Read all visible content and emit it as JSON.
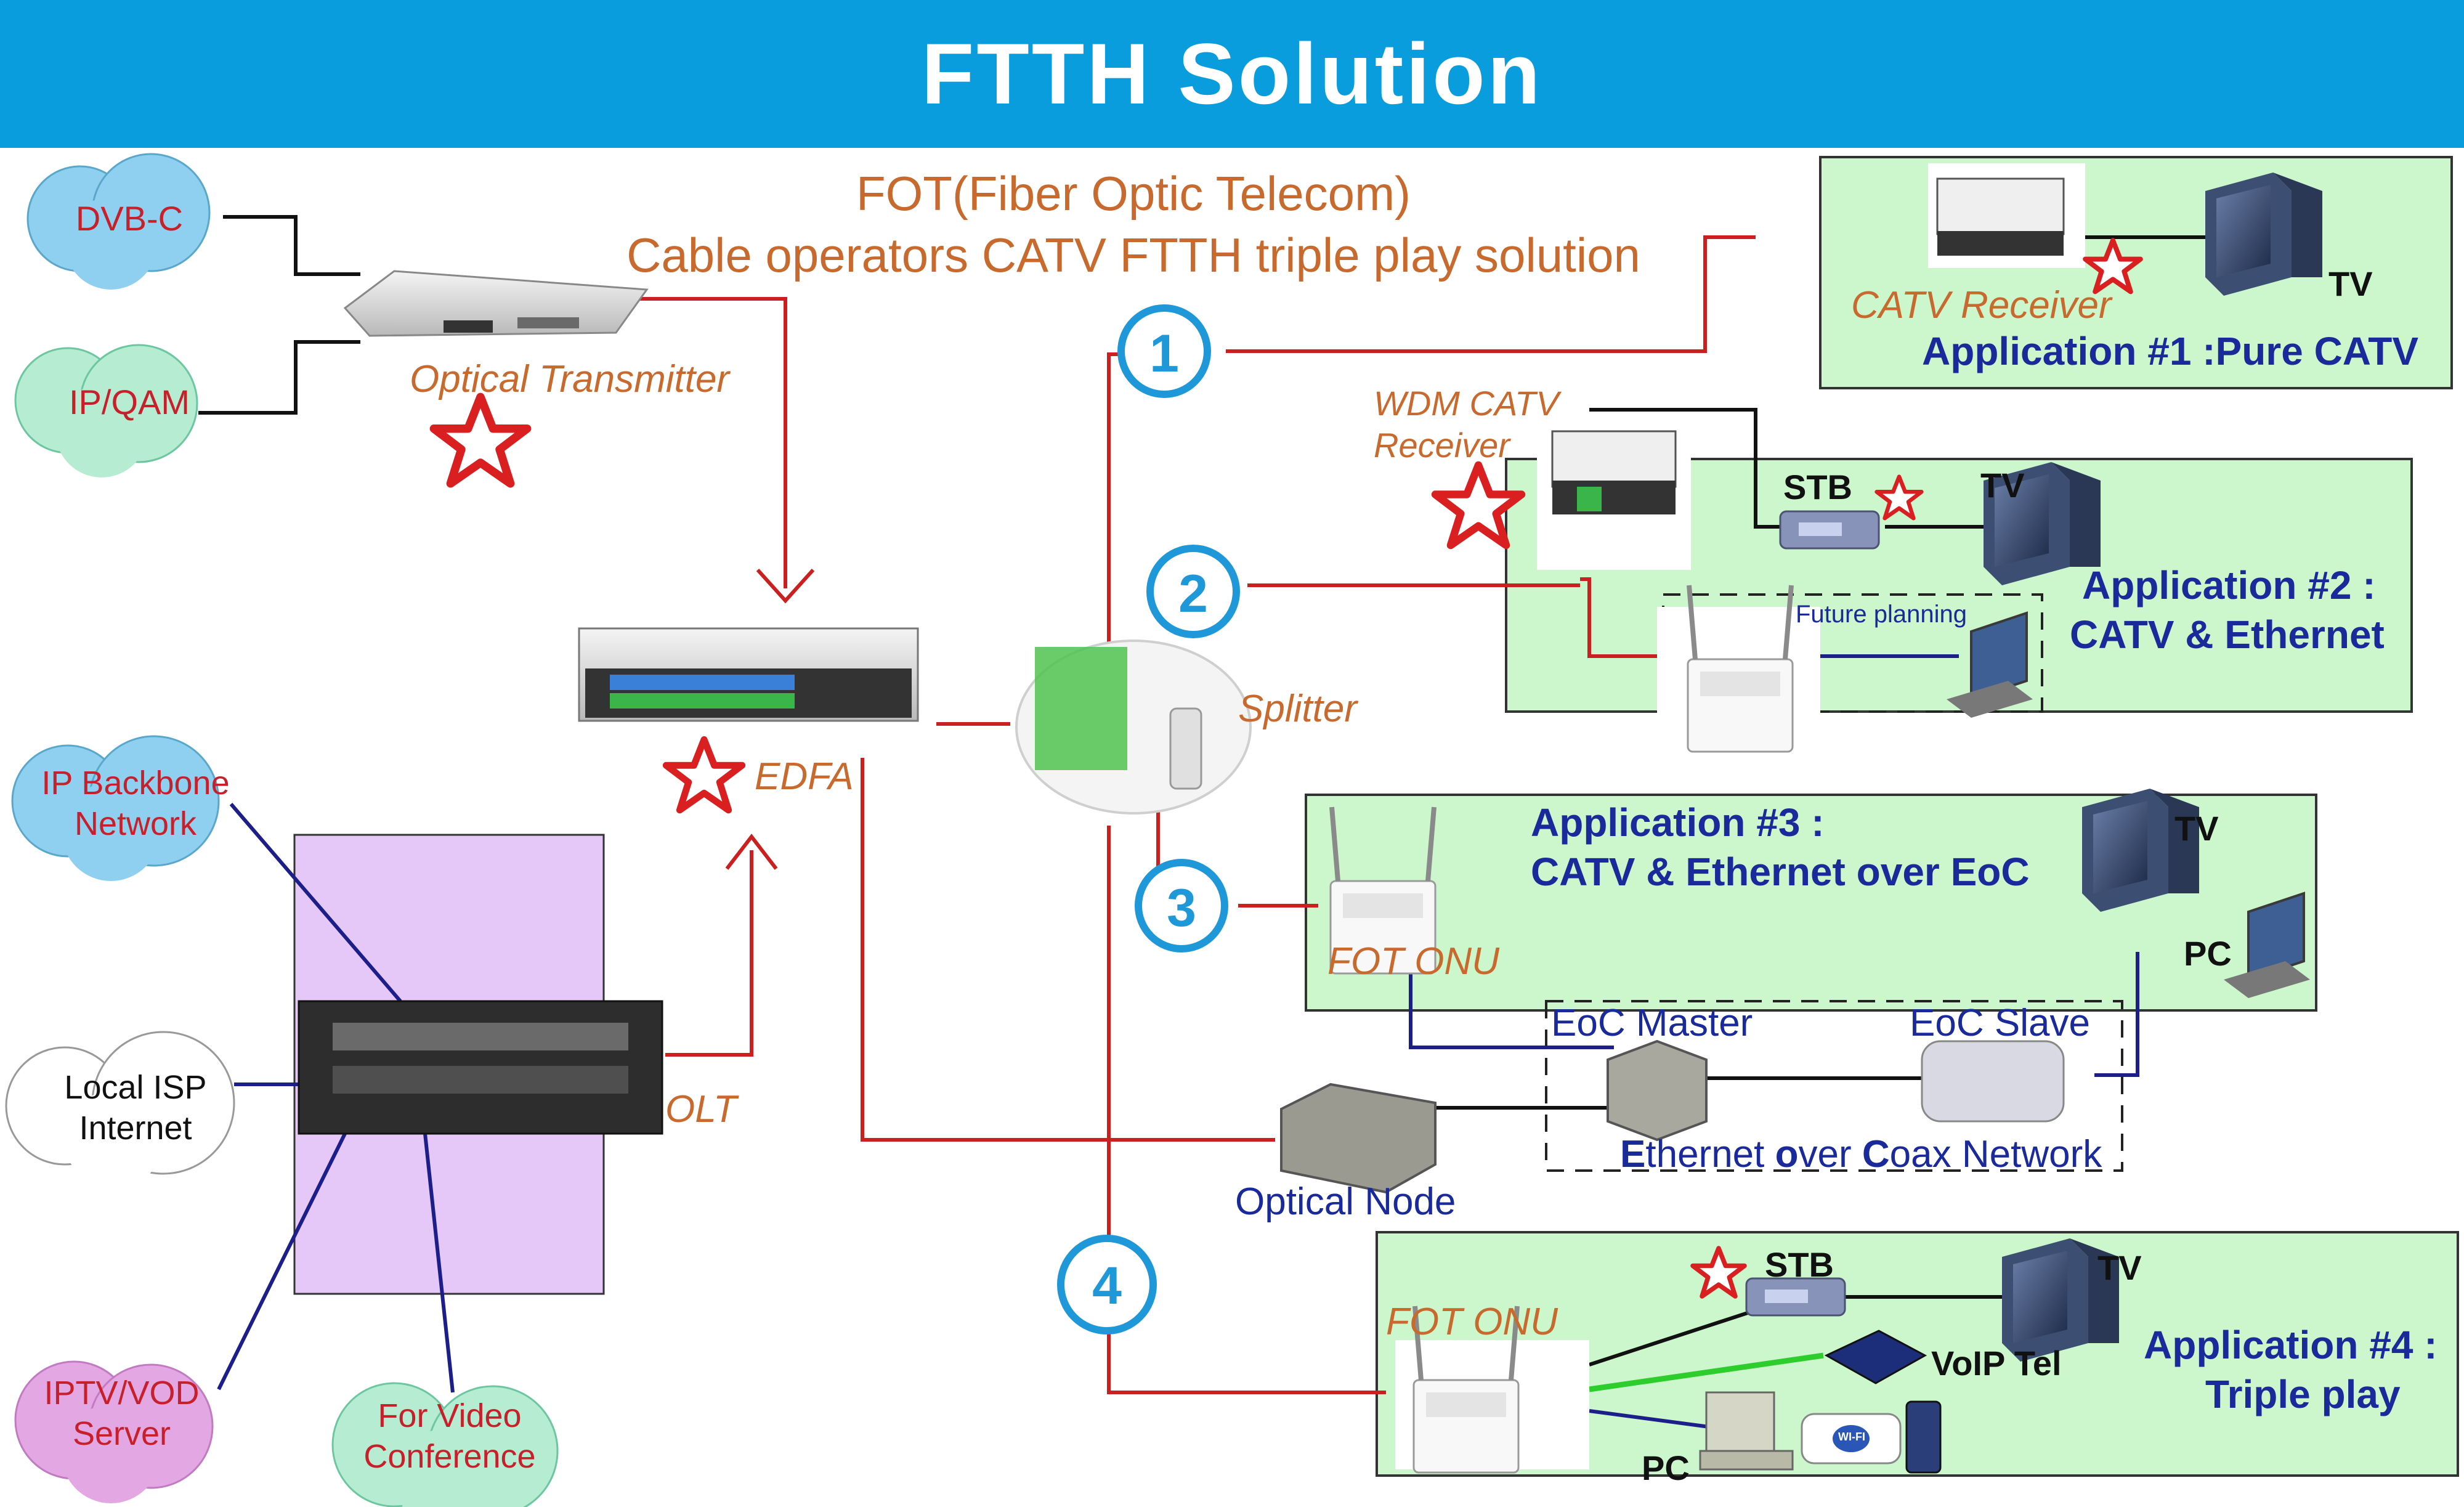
{
  "header": {
    "title": "FTTH Solution",
    "bg_color": "#0a9ddd"
  },
  "subtitle": {
    "line1": "FOT(Fiber Optic Telecom)",
    "line2": "Cable operators CATV FTTH triple play solution"
  },
  "sources": [
    {
      "label": "DVB-C"
    },
    {
      "label": "IP/QAM"
    },
    {
      "label": "IP Backbone Network"
    },
    {
      "label": "Local ISP Internet"
    },
    {
      "label": "IPTV/VOD Server"
    },
    {
      "label": "For Video Conference"
    }
  ],
  "devices": {
    "optical_transmitter": "Optical Transmitter",
    "edfa": "EDFA",
    "olt": "OLT",
    "splitter": "Splitter",
    "optical_node": "Optical Node",
    "catv_receiver": "CATV Receiver",
    "wdm_catv_receiver_line1": "WDM CATV",
    "wdm_catv_receiver_line2": "Receiver",
    "fot_onu": "FOT ONU",
    "eoc_master": "EoC Master",
    "eoc_slave": "EoC Slave",
    "eoc_network_p1": "E",
    "eoc_network_p2": "thernet",
    "eoc_network_p3": "o",
    "eoc_network_p4": "ver",
    "eoc_network_p5": "C",
    "eoc_network_p6": "oax Network",
    "future_planning": "Future planning",
    "tv": "TV",
    "stb": "STB",
    "pc": "PC",
    "voip_tel": "VoIP Tel",
    "wifi": "WI-FI"
  },
  "branches": [
    "1",
    "2",
    "3",
    "4"
  ],
  "applications": [
    {
      "line1": "Application #1 :Pure CATV"
    },
    {
      "line1": "Application #2 :",
      "line2": "CATV & Ethernet"
    },
    {
      "line1": "Application #3 :",
      "line2": "CATV & Ethernet over EoC"
    },
    {
      "line1": "Application #4 :",
      "line2": "Triple play"
    }
  ],
  "colors": {
    "fiber": "#cc1f1f",
    "coax": "#1c1f8a",
    "app_panel": "#ccf7cc",
    "star": "#d91f1f",
    "cloud_blue": "#8fd0f0",
    "cloud_green": "#b6ecd2",
    "cloud_pink": "#e3a8e3",
    "olt_panel": "#e5c8f7",
    "branch_circle": "#1e98d8",
    "ethernet_green": "#2ccd2c"
  }
}
